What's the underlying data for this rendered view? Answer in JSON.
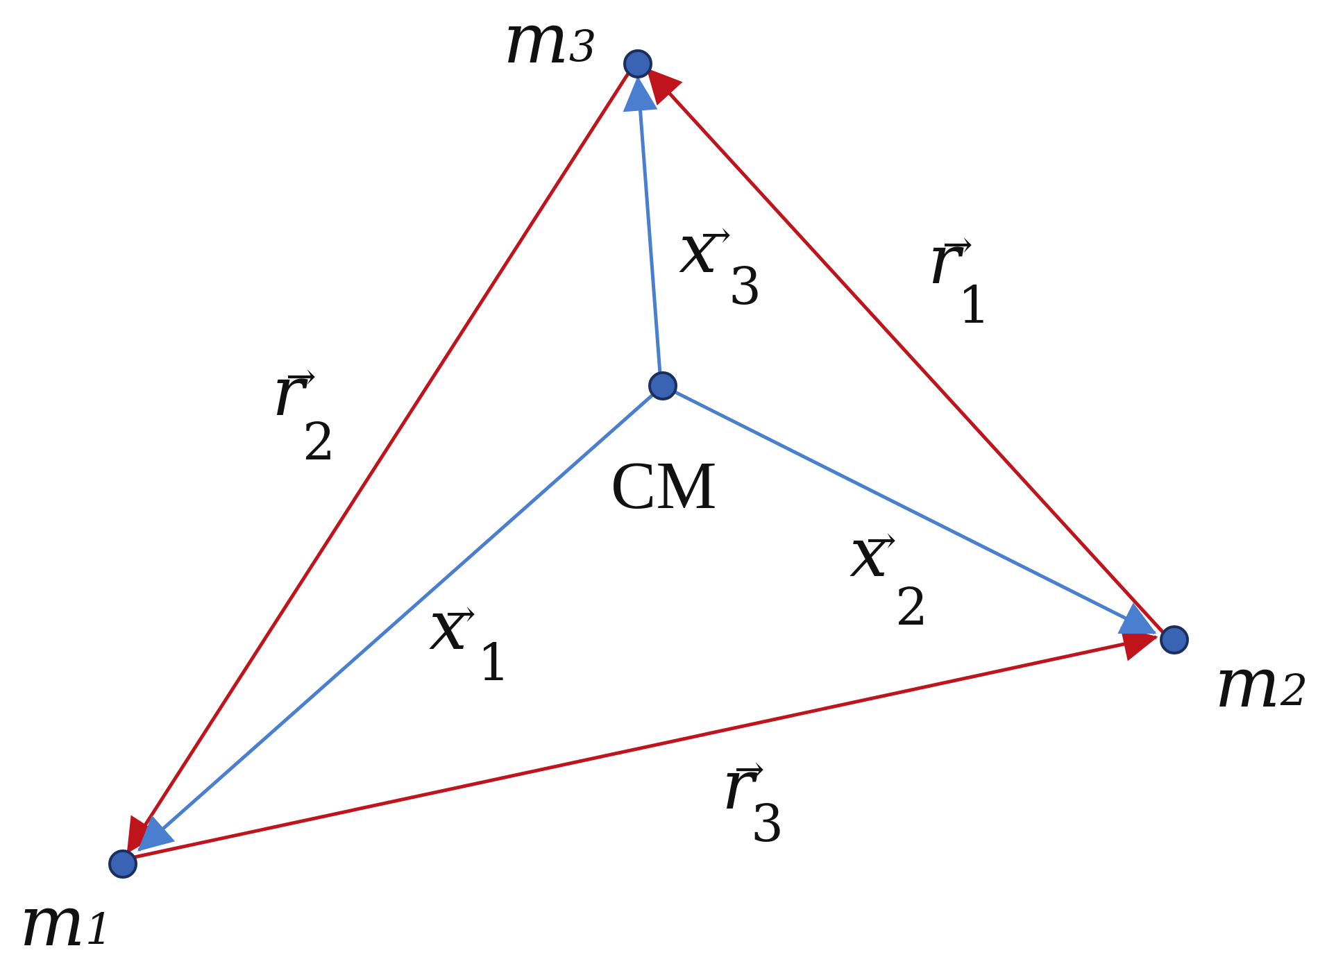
{
  "colors": {
    "red": "#c0141c",
    "blue": "#4a7fcf",
    "node_fill": "#3a63b3",
    "node_stroke": "#1a2f5e"
  },
  "nodes": {
    "m1": {
      "letter": "m",
      "sub": "1"
    },
    "m2": {
      "letter": "m",
      "sub": "2"
    },
    "m3": {
      "letter": "m",
      "sub": "3"
    },
    "cm": {
      "label": "CM"
    }
  },
  "vectors": {
    "r1": {
      "letter": "r",
      "sub": "1",
      "arrow": "→"
    },
    "r2": {
      "letter": "r",
      "sub": "2",
      "arrow": "→"
    },
    "r3": {
      "letter": "r",
      "sub": "3",
      "arrow": "→"
    },
    "x1": {
      "letter": "x",
      "sub": "1",
      "arrow": "→"
    },
    "x2": {
      "letter": "x",
      "sub": "2",
      "arrow": "→"
    },
    "x3": {
      "letter": "x",
      "sub": "3",
      "arrow": "→"
    }
  }
}
